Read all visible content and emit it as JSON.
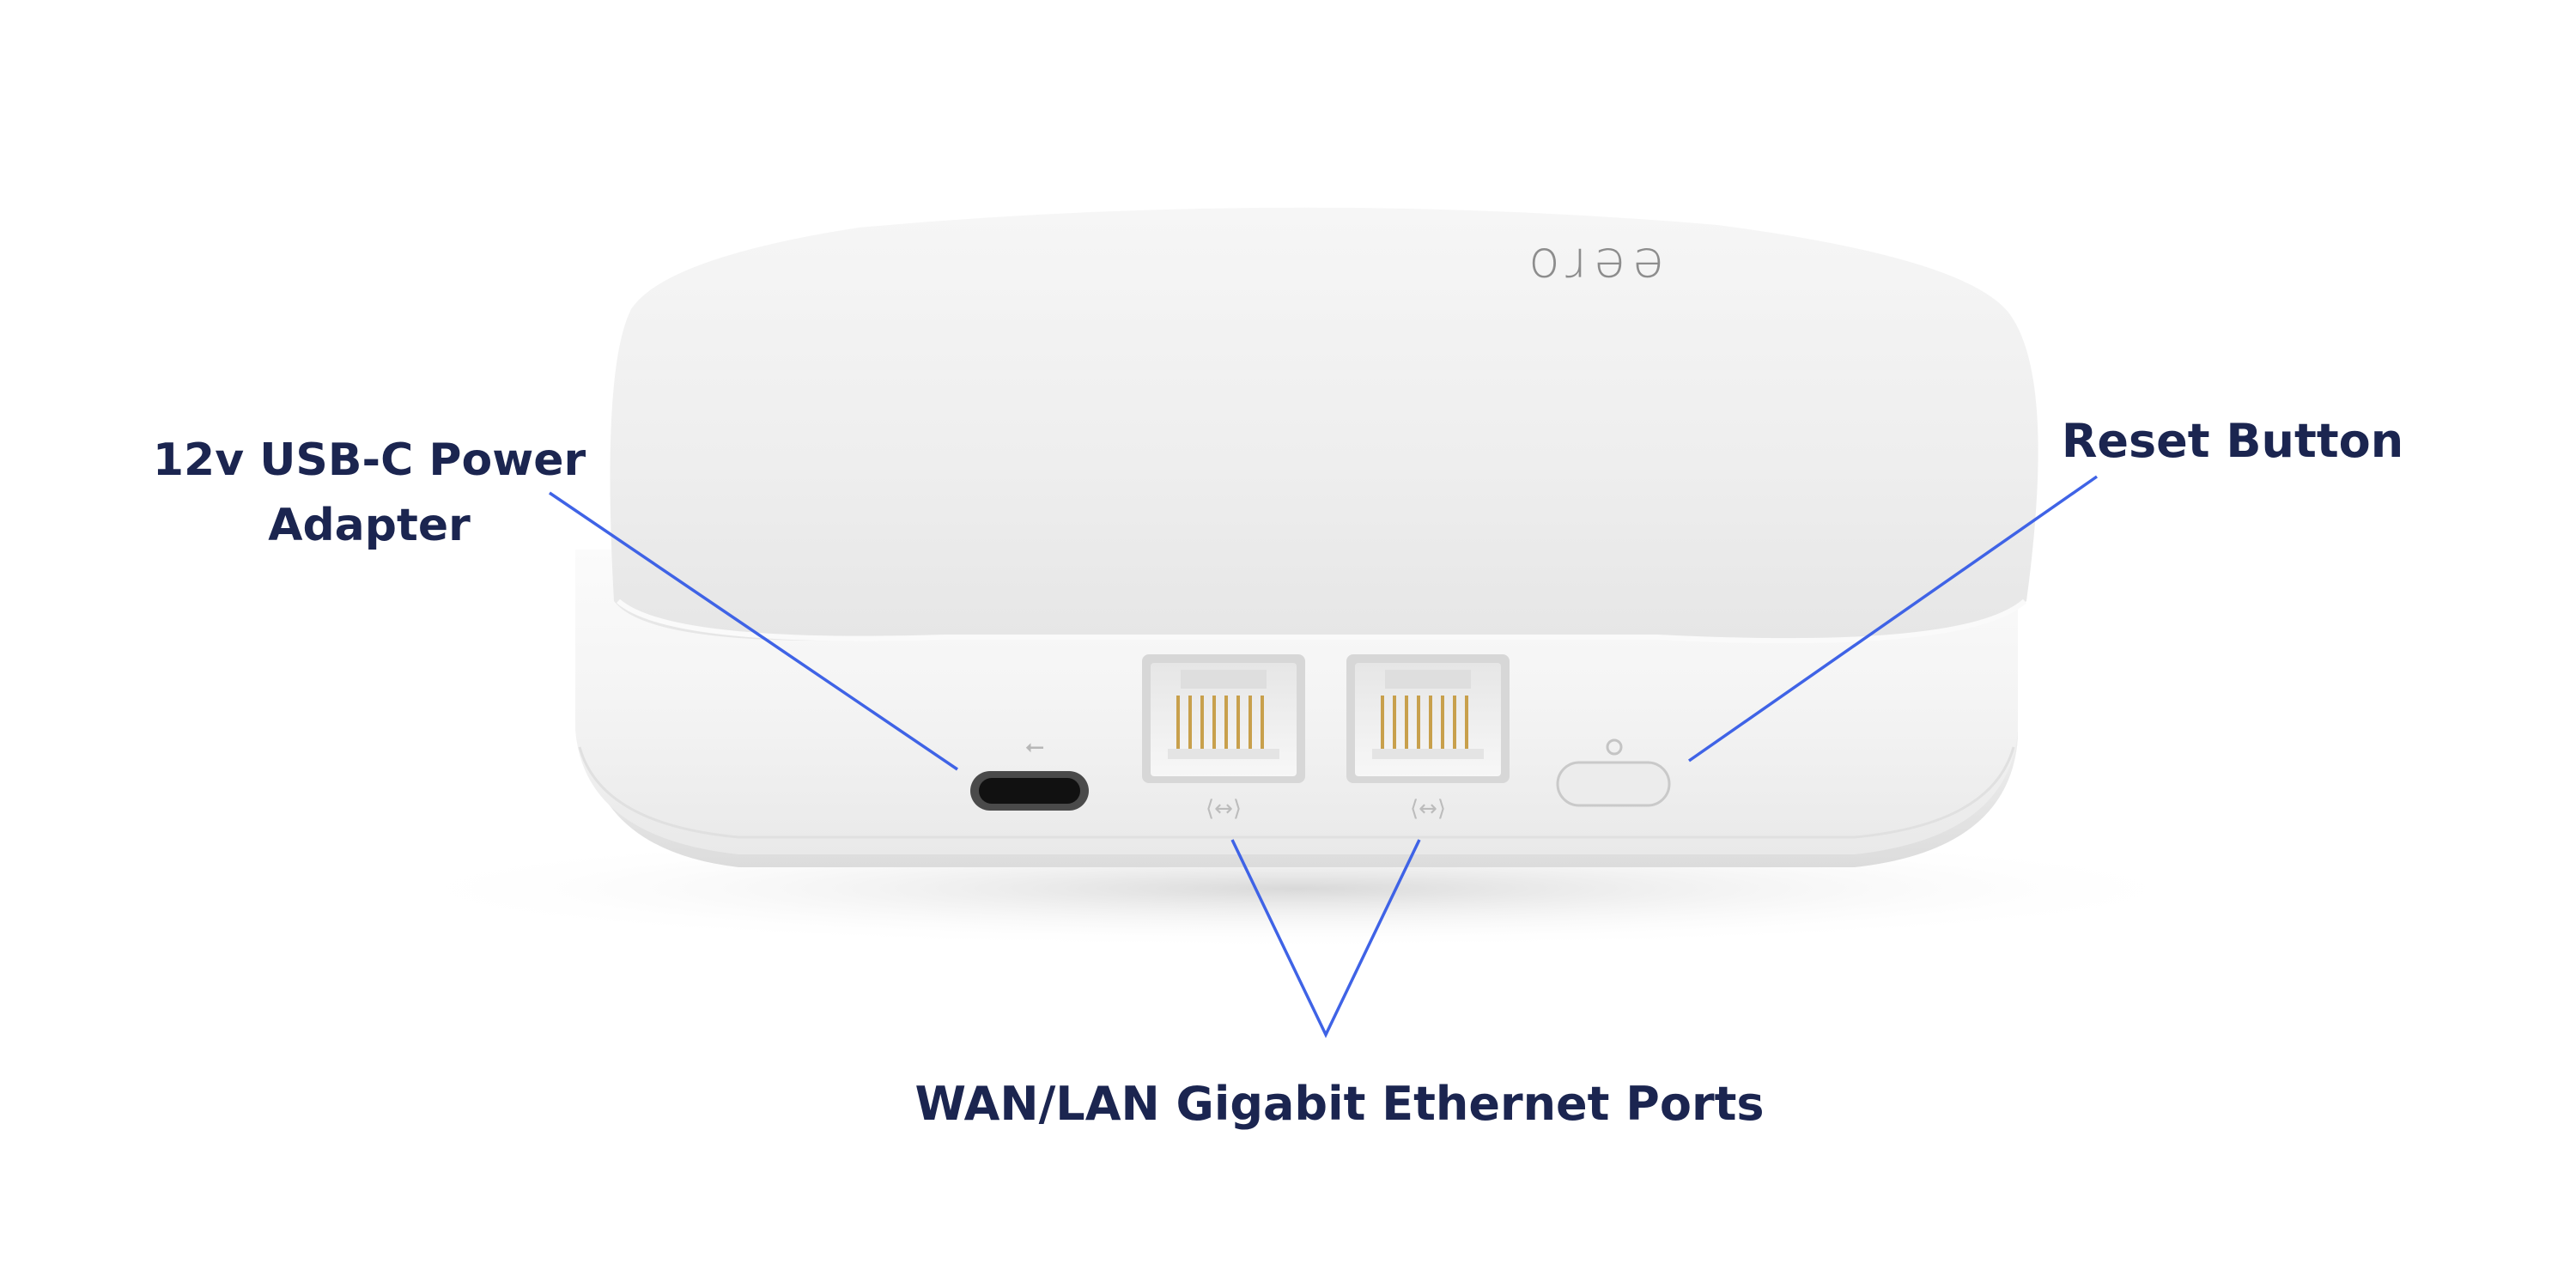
{
  "callouts": {
    "power": {
      "line1": "12v USB-C Power",
      "line2": "Adapter"
    },
    "reset": {
      "label": "Reset Button"
    },
    "ports": {
      "label": "WAN/LAN Gigabit Ethernet Ports"
    }
  },
  "device": {
    "logo_text": "eero"
  },
  "colors": {
    "leader_line": "#3f63e6",
    "label_text": "#1b2550",
    "device_body": "#f4f4f4",
    "port_contacts": "#c8a04c"
  }
}
